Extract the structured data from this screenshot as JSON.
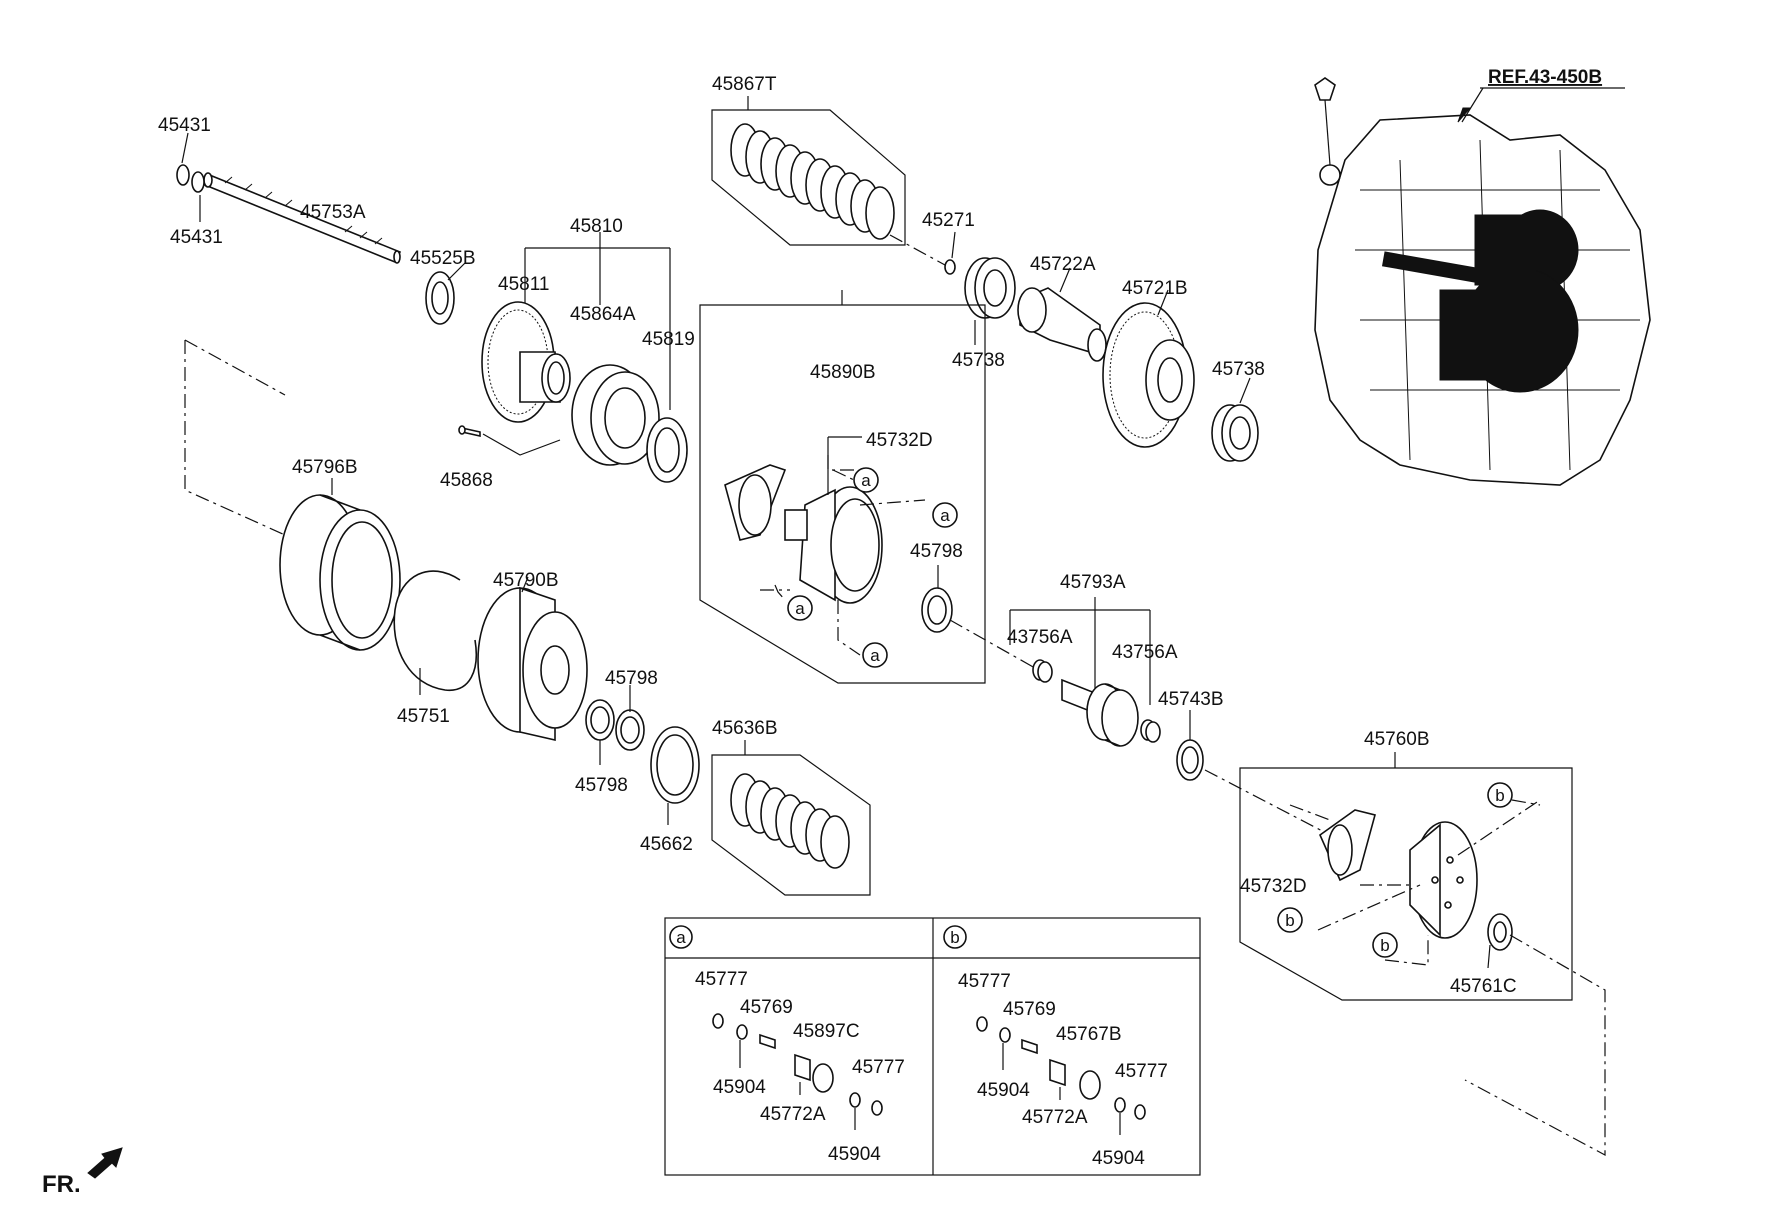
{
  "ref_label": "REF.43-450B",
  "front_label": "FR.",
  "part_labels": {
    "p45431_top": "45431",
    "p45431_bottom": "45431",
    "p45753A": "45753A",
    "p45525B": "45525B",
    "p45810": "45810",
    "p45811": "45811",
    "p45864A": "45864A",
    "p45819": "45819",
    "p45868": "45868",
    "p45867T": "45867T",
    "p45271": "45271",
    "p45738_left": "45738",
    "p45722A": "45722A",
    "p45721B": "45721B",
    "p45738_right": "45738",
    "p45796B": "45796B",
    "p45890B": "45890B",
    "p45732D_top": "45732D",
    "p45798_mid": "45798",
    "p45790B": "45790B",
    "p45751": "45751",
    "p45798_upper": "45798",
    "p45798_lower": "45798",
    "p45636B": "45636B",
    "p45662": "45662",
    "p45793A": "45793A",
    "p43756A_left": "43756A",
    "p43756A_right": "43756A",
    "p45743B": "45743B",
    "p45760B": "45760B",
    "p45732D_bottom": "45732D",
    "p45761C": "45761C"
  },
  "detail_a": {
    "tag": "a",
    "labels": {
      "l45777_1": "45777",
      "l45769": "45769",
      "l45897C": "45897C",
      "l45777_2": "45777",
      "l45904_1": "45904",
      "l45772A": "45772A",
      "l45904_2": "45904"
    }
  },
  "detail_b": {
    "tag": "b",
    "labels": {
      "l45777_1": "45777",
      "l45769": "45769",
      "l45767B": "45767B",
      "l45777_2": "45777",
      "l45904_1": "45904",
      "l45772A": "45772A",
      "l45904_2": "45904"
    }
  },
  "callout_tags": {
    "a1": "a",
    "a2": "a",
    "a3": "a",
    "a4": "a",
    "b1": "b",
    "b2": "b",
    "b3": "b"
  }
}
